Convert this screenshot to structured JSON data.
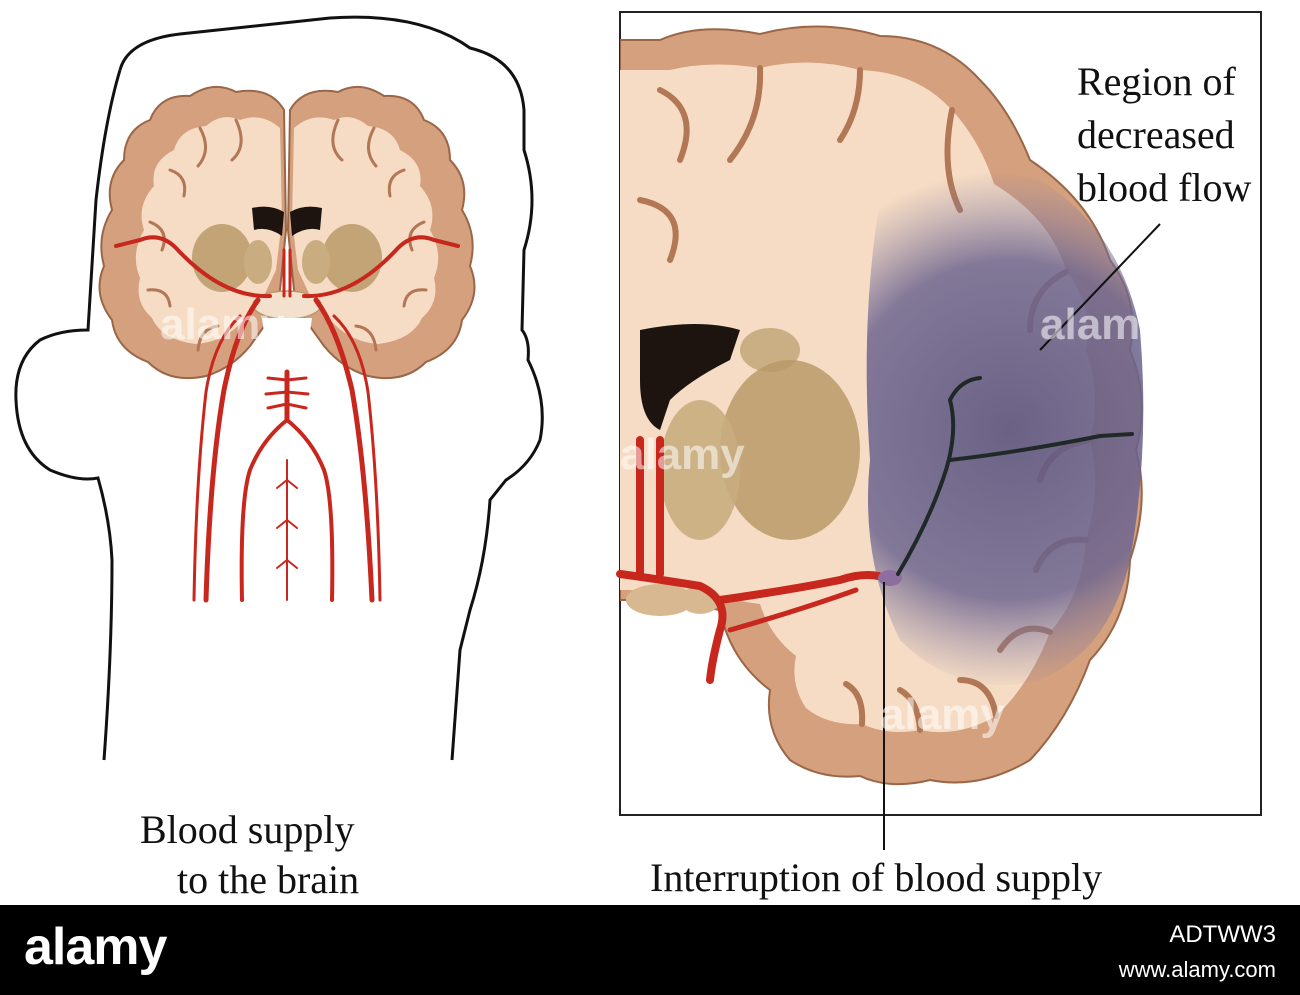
{
  "diagram": {
    "left_caption_line1": "Blood supply",
    "left_caption_line2": "to the brain",
    "right_label_line1": "Region of",
    "right_label_line2": "decreased",
    "right_label_line3": "blood flow",
    "bottom_label": "Interruption of blood supply"
  },
  "watermark": {
    "text": "alamy"
  },
  "footer": {
    "logo": "alamy",
    "image_id": "ADTWW3",
    "url": "www.alamy.com"
  },
  "colors": {
    "brain_cortex": "#d4a07e",
    "brain_white_matter": "#f6dcc4",
    "basal_ganglia": "#b89a6a",
    "artery": "#c8271d",
    "ischemic_region": "#6e6690",
    "ventricle": "#1d1410",
    "footer_bg": "#000000"
  }
}
